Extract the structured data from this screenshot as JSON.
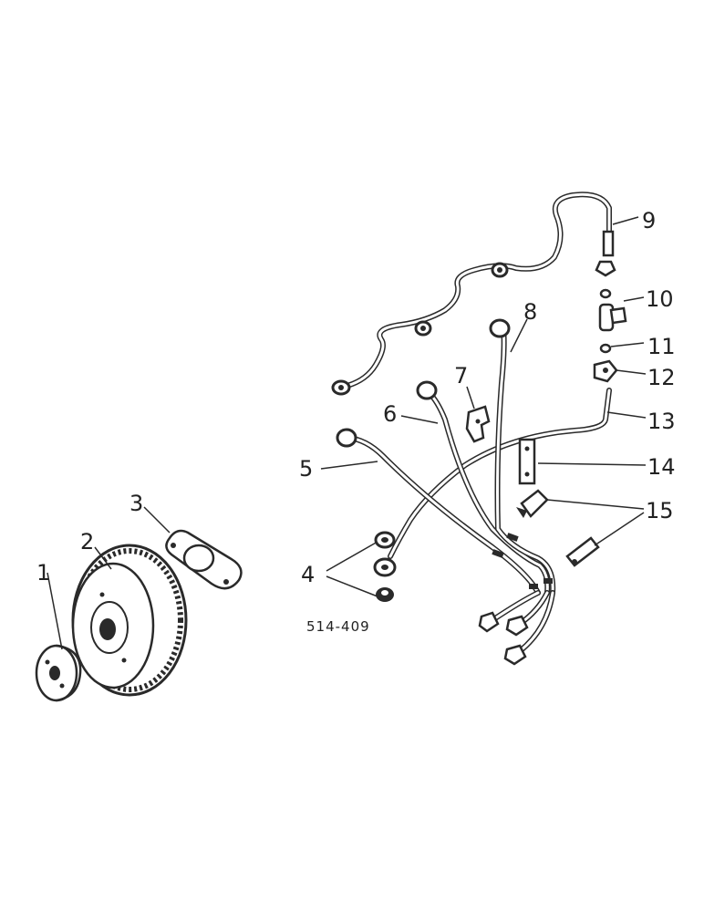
{
  "figure_code": "514-409",
  "callouts": [
    {
      "id": "1",
      "text": "1"
    },
    {
      "id": "2",
      "text": "2"
    },
    {
      "id": "3",
      "text": "3"
    },
    {
      "id": "4",
      "text": "4"
    },
    {
      "id": "5",
      "text": "5"
    },
    {
      "id": "6",
      "text": "6"
    },
    {
      "id": "7",
      "text": "7"
    },
    {
      "id": "8",
      "text": "8"
    },
    {
      "id": "9",
      "text": "9"
    },
    {
      "id": "10",
      "text": "10"
    },
    {
      "id": "11",
      "text": "11"
    },
    {
      "id": "12",
      "text": "12"
    },
    {
      "id": "13",
      "text": "13"
    },
    {
      "id": "14",
      "text": "14"
    },
    {
      "id": "15",
      "text": "15"
    }
  ],
  "colors": {
    "ink": "#2a2a2a",
    "background": "#ffffff"
  }
}
